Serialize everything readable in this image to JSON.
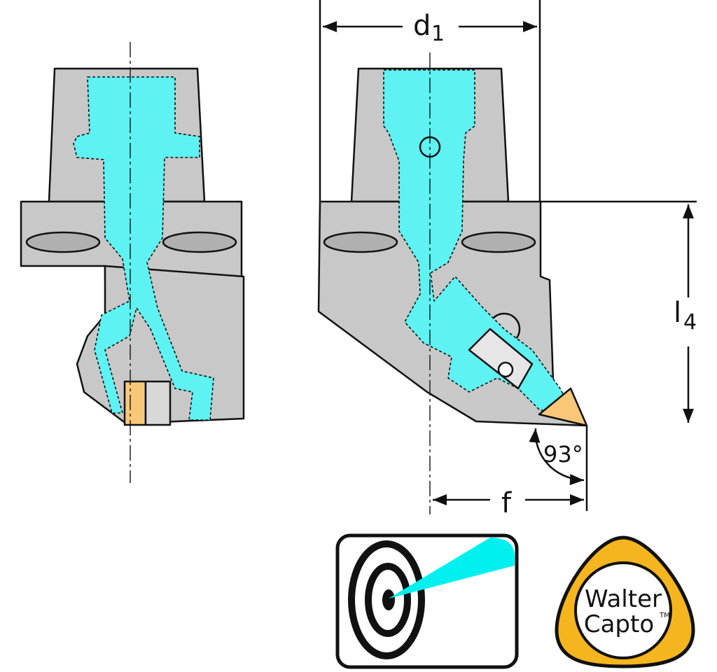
{
  "dimensions": {
    "d1": {
      "main": "d",
      "sub": "1"
    },
    "l4": {
      "main": "l",
      "sub": "4"
    },
    "f": "f",
    "angle": "93°"
  },
  "logos": {
    "coolant_icon": "internal-coolant-icon",
    "capto": {
      "line1": "Walter",
      "line2": "Capto",
      "tm": "TM"
    }
  },
  "colors": {
    "body": "#c8c8c8",
    "body_dark": "#a8a8a8",
    "coolant": "#5ef2f2",
    "insert": "#f8c878",
    "logo_ring": "#f5b51e"
  }
}
